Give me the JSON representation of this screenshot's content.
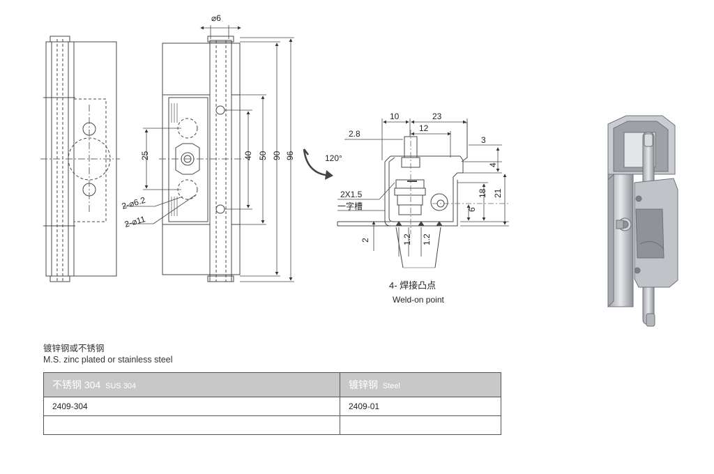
{
  "drawing": {
    "side_view": {
      "pin_diameter": "⌀6"
    },
    "dimensions": {
      "hole_spacing": "25",
      "inner_40": "40",
      "inner_50": "50",
      "overall_90": "90",
      "overall_96": "96",
      "hole_small": "2-⌀6.2",
      "hole_large": "2-⌀11"
    },
    "weld_view": {
      "rotation": "120°",
      "dim_10": "10",
      "dim_23": "23",
      "dim_12": "12",
      "dim_2_8": "2.8",
      "dim_3": "3",
      "dim_4": "4",
      "dim_18": "18",
      "dim_21": "21",
      "dim_6": "6",
      "dim_2": "2",
      "dim_1_2_a": "1.2",
      "dim_1_2_b": "1.2",
      "slot_size": "2X1.5",
      "slot_cn": "一字槽",
      "weld_cn": "4- 焊接凸点",
      "weld_en": "Weld-on point"
    }
  },
  "material": {
    "caption_cn": "镀锌钢或不锈钢",
    "caption_en": "M.S. zinc plated or stainless steel"
  },
  "table": {
    "headers": [
      {
        "main": "不锈钢 304",
        "sub": "SUS 304"
      },
      {
        "main": "镀锌钢",
        "sub": "Steel"
      }
    ],
    "rows": [
      [
        "2409-304",
        "2409-01"
      ],
      [
        "",
        ""
      ]
    ]
  },
  "colors": {
    "line": "#333333",
    "header_bg": "#c8c8c8",
    "photo_metal": "#b9bcc0"
  }
}
